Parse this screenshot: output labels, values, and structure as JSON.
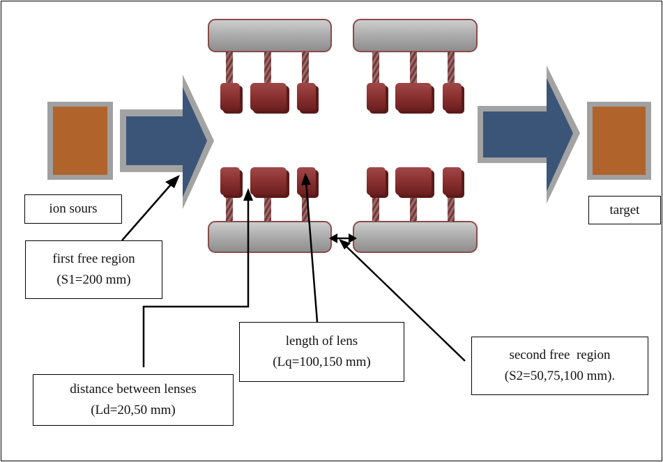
{
  "labels": {
    "ion_source": "ion sours",
    "target": "target",
    "first_free_region": {
      "line1": "first free region",
      "line2": "(S1=200 mm)"
    },
    "distance_between_lenses": {
      "line1": "distance between lenses",
      "line2": "(Ld=20,50 mm)"
    },
    "length_of_lens": {
      "line1": "length of lens",
      "line2": "(Lq=100,150 mm)"
    },
    "second_free_region": {
      "line1": "second free  region",
      "line2": "(S2=50,75,100 mm)."
    }
  },
  "colors": {
    "source_block": "#b0642c",
    "beam_arrow": "#3a5577",
    "lens": "#8a3030",
    "rail": "#a6a6a6",
    "shadow": "#a0a0a0"
  }
}
